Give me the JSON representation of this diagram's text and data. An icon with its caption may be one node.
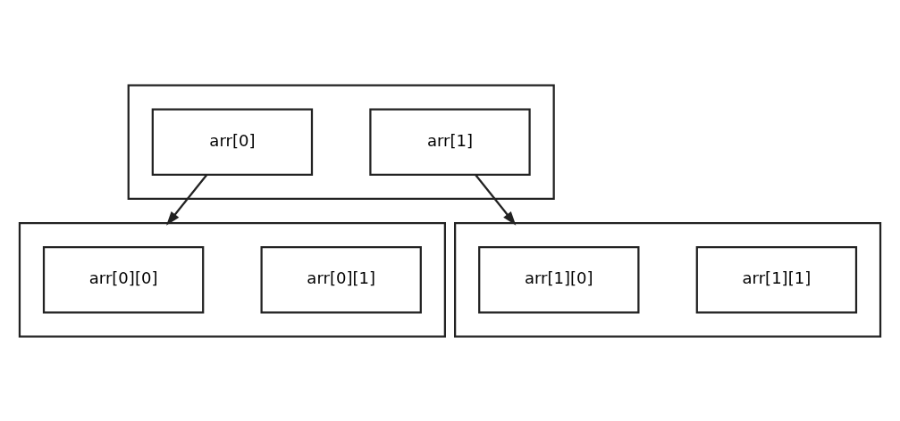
{
  "diagram": {
    "nodes": [
      {
        "text": [],
        "shape": "box"
      },
      {
        "text": [
          "arr[0]"
        ],
        "in": 0
      },
      {
        "text": [
          "arr[1]"
        ],
        "in": 0
      },
      {
        "text": [],
        "shape": "box"
      },
      {
        "text": [
          "arr[0][0]"
        ],
        "in": 3
      },
      {
        "text": [
          "arr[0][1]"
        ],
        "in": 3
      },
      {
        "text": [],
        "shape": "box"
      },
      {
        "text": [
          "arr[1][0]"
        ],
        "in": 6
      },
      {
        "text": [
          "arr[1][1]"
        ],
        "in": 6
      }
    ],
    "edges": [
      {
        "from": 1,
        "to": 3,
        "arrow": "to"
      },
      {
        "from": 2,
        "to": 6,
        "arrow": "to"
      }
    ]
  }
}
